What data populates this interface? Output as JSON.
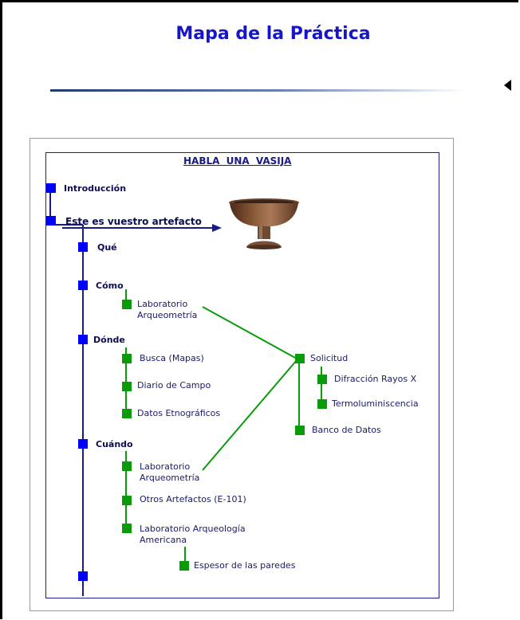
{
  "title": "Mapa de la Práctica",
  "map_heading": "HABLA UNA VASIJA",
  "main_items": {
    "introduccion": "Introducción",
    "artefacto": "Este es vuestro artefacto",
    "que": "Qué",
    "como": "Cómo",
    "donde": "Dónde",
    "cuando": "Cuándo"
  },
  "sub_items": {
    "como_lab_1": "Laboratorio",
    "como_lab_2": "Arqueometría",
    "busca": "Busca (Mapas)",
    "diario": "Diario de Campo",
    "etno": "Datos Etnográficos",
    "cuando_lab_1": "Laboratorio",
    "cuando_lab_2": "Arqueometría",
    "otros": "Otros Artefactos (E-101)",
    "lab_amer_1": "Laboratorio Arqueología",
    "lab_amer_2": "Americana",
    "espesor": "Espesor de las paredes",
    "solicitud": "Solicitud",
    "difraccion": "Difracción Rayos X",
    "termo": "Termoluminiscencia",
    "banco": "Banco de Datos"
  },
  "colors": {
    "title": "#1616c8",
    "main_node": "#0000ff",
    "sub_node": "#0a9a0a",
    "main_line": "#1a1a8a",
    "sub_line": "#0a9a0a"
  },
  "icons": [
    "back-arrow-icon",
    "vasija-image"
  ]
}
